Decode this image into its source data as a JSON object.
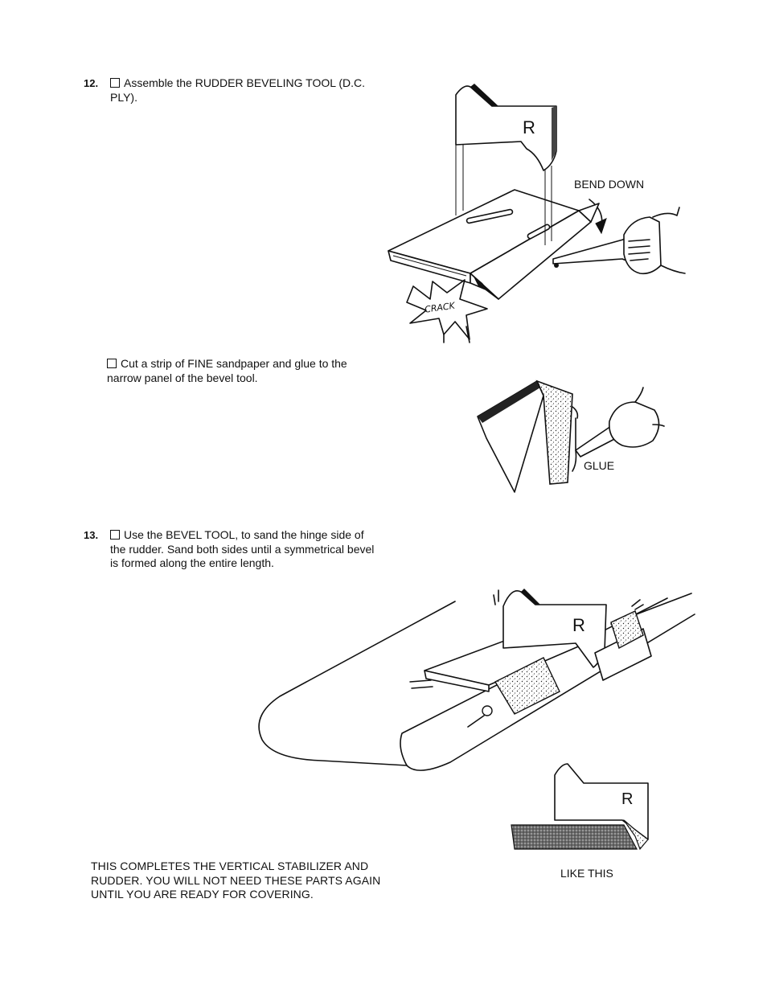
{
  "step12": {
    "number": "12.",
    "text_line1": "Assemble the RUDDER BEVELING TOOL (D.C.",
    "text_line2": "PLY).",
    "sub_line1": "Cut a strip of FINE sandpaper and glue to the",
    "sub_line2": "narrow panel of the bevel tool."
  },
  "step13": {
    "number": "13.",
    "line1": "Use the BEVEL TOOL, to sand the hinge side of",
    "line2": "the rudder. Sand both sides until a symmetrical bevel",
    "line3": "is formed along the entire length."
  },
  "closing": {
    "line1": "THIS COMPLETES THE VERTICAL STABILIZER AND",
    "line2": "RUDDER. YOU WILL NOT NEED THESE PARTS AGAIN",
    "line3": "UNTIL YOU ARE READY FOR COVERING."
  },
  "figure_labels": {
    "bend_down": "BEND DOWN",
    "crack": "CRACK",
    "glue": "GLUE",
    "rudder_letter": "R",
    "like_this": "LIKE THIS"
  }
}
